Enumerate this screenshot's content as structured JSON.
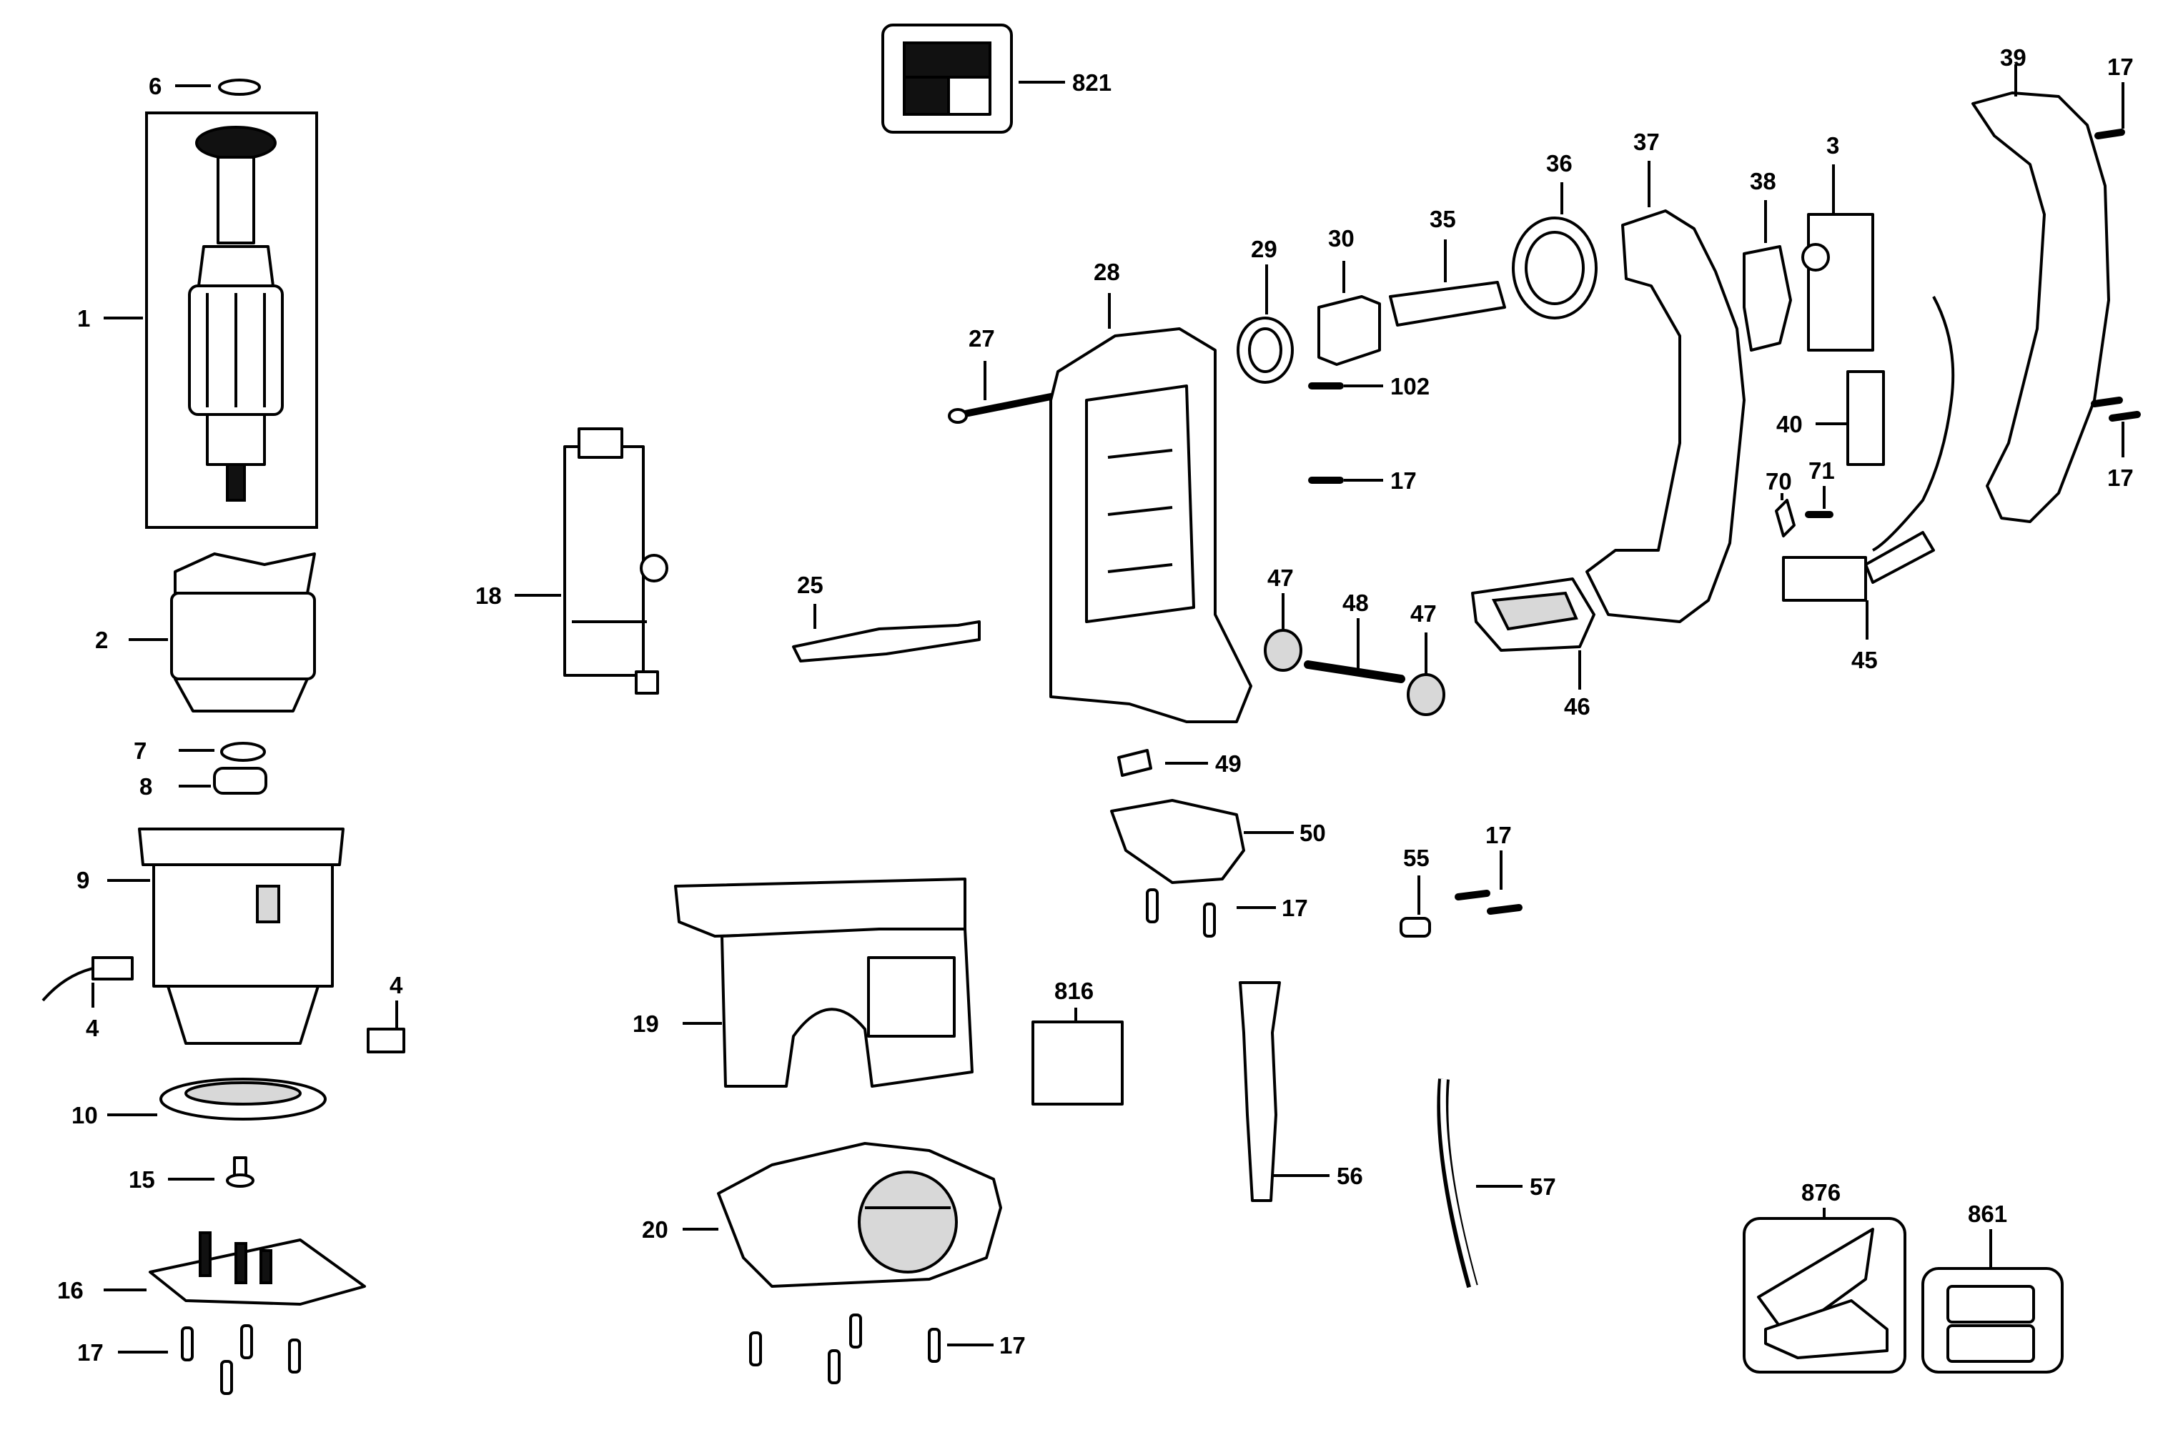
{
  "callouts": {
    "c1": "1",
    "c2": "2",
    "c3": "3",
    "c4a": "4",
    "c4b": "4",
    "c6": "6",
    "c7": "7",
    "c8": "8",
    "c9": "9",
    "c10": "10",
    "c15": "15",
    "c16": "16",
    "c17a": "17",
    "c17b": "17",
    "c17c": "17",
    "c17d": "17",
    "c17e": "17",
    "c17f": "17",
    "c17g": "17",
    "c18": "18",
    "c19": "19",
    "c20": "20",
    "c25": "25",
    "c27": "27",
    "c28": "28",
    "c29": "29",
    "c30": "30",
    "c35": "35",
    "c36": "36",
    "c37": "37",
    "c38": "38",
    "c39": "39",
    "c40": "40",
    "c45": "45",
    "c46": "46",
    "c47a": "47",
    "c47b": "47",
    "c48": "48",
    "c49": "49",
    "c50": "50",
    "c55": "55",
    "c56": "56",
    "c57": "57",
    "c70": "70",
    "c71": "71",
    "c102": "102",
    "c816": "816",
    "c821": "821",
    "c861": "861",
    "c876": "876"
  }
}
